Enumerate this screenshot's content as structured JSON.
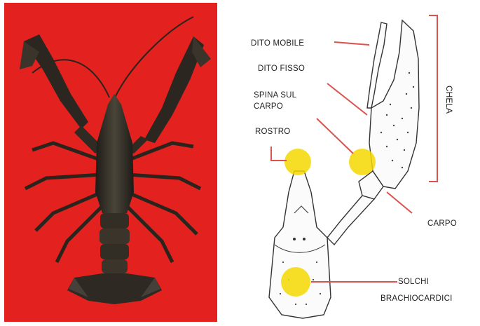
{
  "figure": {
    "photo": {
      "subject": "crayfish-photo",
      "background_color": "#e3211f"
    },
    "diagram": {
      "labels": {
        "dito_mobile": "DITO MOBILE",
        "dito_fisso": "DITO FISSO",
        "spina_line1": "SPINA SUL",
        "spina_line2": "CARPO",
        "rostro": "ROSTRO",
        "chela": "CHELA",
        "carpo": "CARPO",
        "solchi_line1": "SOLCHI",
        "solchi_line2": "BRACHIOCARDICI"
      },
      "colors": {
        "leader_line": "#d9534f",
        "highlight": "#f5d800",
        "outline": "#333333"
      }
    }
  }
}
